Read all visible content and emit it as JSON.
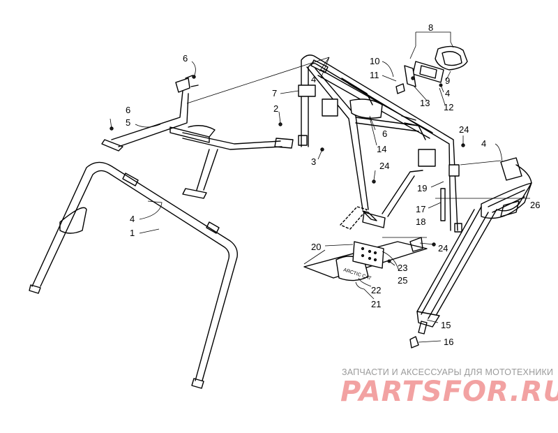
{
  "callouts": {
    "c1": "1",
    "c2": "2",
    "c3": "3",
    "c4a": "4",
    "c4b": "4",
    "c4c": "4",
    "c4d": "4",
    "c5": "5",
    "c6a": "6",
    "c6b": "6",
    "c6c": "6",
    "c7": "7",
    "c8": "8",
    "c9": "9",
    "c10": "10",
    "c11": "11",
    "c12": "12",
    "c13": "13",
    "c14": "14",
    "c15": "15",
    "c16": "16",
    "c17": "17",
    "c18": "18",
    "c19": "19",
    "c20": "20",
    "c21": "21",
    "c22": "22",
    "c23": "23",
    "c24a": "24",
    "c24b": "24",
    "c24c": "24",
    "c25": "25",
    "c26": "26"
  },
  "watermark": {
    "caption": "ЗАПЧАСТИ И АКСЕССУАРЫ ДЛЯ МОТОТЕХНИКИ",
    "logo": "PARTSFOR.RU"
  },
  "colors": {
    "line": "#000000",
    "watermark_caption": "#9a9a9a",
    "watermark_logo": "#f2a2a2"
  }
}
